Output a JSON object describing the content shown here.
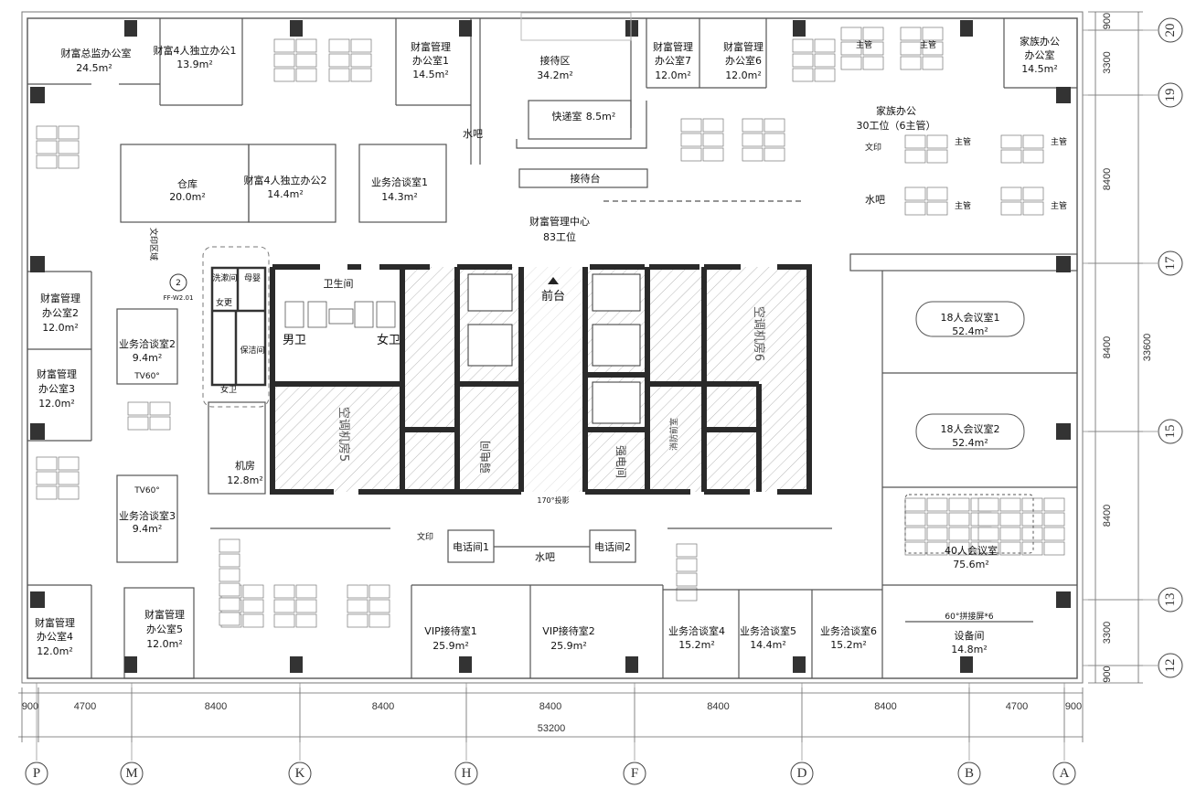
{
  "rooms": {
    "caifu_zongjian": {
      "name": "财富总监办公室",
      "area": "24.5m²"
    },
    "duli_1": {
      "name": "财富4人独立办公1",
      "area": "13.9m²"
    },
    "guanli_1": {
      "name": "财富管理",
      "name2": "办公室1",
      "area": "14.5m²"
    },
    "shuiba_1": "水吧",
    "jiedaiqu": {
      "name": "接待区",
      "area": "34.2m²"
    },
    "kuaidi": {
      "name": "快递室",
      "area": "8.5m²"
    },
    "guanli_7": {
      "name": "财富管理",
      "name2": "办公室7",
      "area": "12.0m²"
    },
    "guanli_6": {
      "name": "财富管理",
      "name2": "办公室6",
      "area": "12.0m²"
    },
    "jiazu_office": {
      "name": "家族办公",
      "name2": "办公室",
      "area": "14.5m²"
    },
    "jiazu_open": {
      "name": "家族办公",
      "sub": "30工位（6主管）"
    },
    "zhuguan": "主管",
    "cangku": {
      "name": "仓库",
      "area": "20.0m²"
    },
    "duli_2": {
      "name": "财富4人独立办公2",
      "area": "14.4m²"
    },
    "yewu_1": {
      "name": "业务洽谈室1",
      "area": "14.3m²"
    },
    "jiedaitai": "接待台",
    "center": {
      "name": "财富管理中心",
      "sub": "83工位"
    },
    "wenyin": "文印",
    "wenyin_area": "文印区域",
    "shuiba_2": "水吧",
    "guanli_2": {
      "name": "财富管理",
      "name2": "办公室2",
      "area": "12.0m²"
    },
    "yewu_2": {
      "name": "业务洽谈室2",
      "area": "9.4m²"
    },
    "guanli_3": {
      "name": "财富管理",
      "name2": "办公室3",
      "area": "12.0m²"
    },
    "yewu_3": {
      "name": "业务洽谈室3",
      "area": "9.4m²"
    },
    "guanli_4": {
      "name": "财富管理",
      "name2": "办公室4",
      "area": "12.0m²"
    },
    "guanli_5": {
      "name": "财富管理",
      "name2": "办公室5",
      "area": "12.0m²"
    },
    "jifang": {
      "name": "机房",
      "area": "12.8m²"
    },
    "weisheng": "卫生间",
    "nanwei": "男卫",
    "nvwei": "女卫",
    "muying": "母婴",
    "xiyu": "洗漱间",
    "nvgeng": "女更",
    "baojie": "保洁间",
    "nvwei_small": "女卫",
    "qiantai": "前台",
    "ac_room_1": "空调机房5",
    "ac_room_2": "空调机房6",
    "ruodian": "弱电间",
    "qiangdian": "强电间",
    "xiaofang": "消防前室",
    "dianhua_1": "电话间1",
    "dianhua_2": "电话间2",
    "shuiba_3": "水吧",
    "projection": "170°投影",
    "vip_1": {
      "name": "VIP接待室1",
      "area": "25.9m²"
    },
    "vip_2": {
      "name": "VIP接待室2",
      "area": "25.9m²"
    },
    "yewu_4": {
      "name": "业务洽谈室4",
      "area": "15.2m²"
    },
    "yewu_5": {
      "name": "业务洽谈室5",
      "area": "14.4m²"
    },
    "yewu_6": {
      "name": "业务洽谈室6",
      "area": "15.2m²"
    },
    "shebei": {
      "name": "设备间",
      "area": "14.8m²"
    },
    "pingmu": "60°拼接屏*6",
    "meeting_1": {
      "name": "18人会议室1",
      "area": "52.4m²"
    },
    "meeting_2": {
      "name": "18人会议室2",
      "area": "52.4m²"
    },
    "meeting_40": {
      "name": "40人会议室",
      "area": "75.6m²"
    },
    "tv": "TV60°",
    "index_mark": {
      "num": "2",
      "ref": "FF-W2.01"
    }
  },
  "dimensions": {
    "bottom_segments": [
      "900",
      "4700",
      "8400",
      "8400",
      "8400",
      "8400",
      "8400",
      "4700",
      "900"
    ],
    "bottom_total": "53200",
    "right_segments": [
      "900",
      "3300",
      "8400",
      "8400",
      "8400",
      "3300",
      "900"
    ],
    "right_total": "33600"
  },
  "axes": {
    "columns": [
      "P",
      "M",
      "K",
      "H",
      "F",
      "D",
      "B",
      "A"
    ],
    "rows": [
      "20",
      "19",
      "17",
      "15",
      "13",
      "12"
    ]
  },
  "colors": {
    "wall": "#2a2a2a",
    "column": "#333333",
    "hatch": "#9a9a9a",
    "line": "#555555"
  }
}
